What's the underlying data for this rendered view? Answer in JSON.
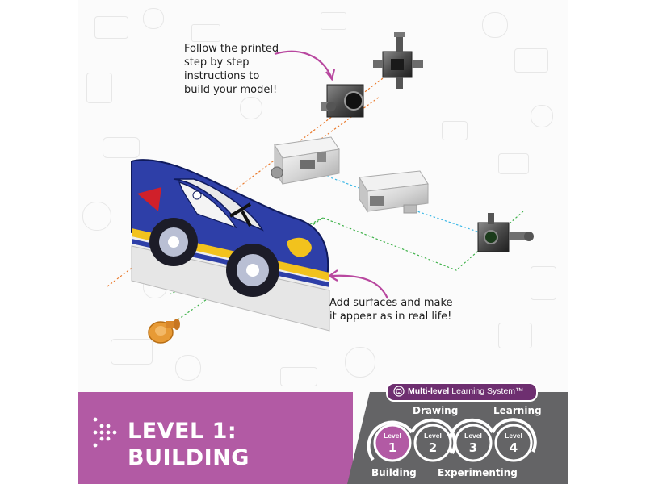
{
  "notes": {
    "top": "Follow the printed\nstep by step\ninstructions to\nbuild your model!",
    "bottom": "Add surfaces and make\nit appear as in real life!"
  },
  "banner": {
    "title": "LEVEL 1:\nBUILDING",
    "system_bold": "Multi-level",
    "system_rest": " Learning System™"
  },
  "levels": [
    {
      "word": "Level",
      "number": "1",
      "stage": "Building",
      "active": true
    },
    {
      "word": "Level",
      "number": "2",
      "stage": "Drawing",
      "active": false
    },
    {
      "word": "Level",
      "number": "3",
      "stage": "Experimenting",
      "active": false
    },
    {
      "word": "Level",
      "number": "4",
      "stage": "Learning",
      "active": false
    }
  ],
  "colors": {
    "accent": "#b25aa4",
    "accent_dark": "#6e2f70",
    "panel": "#646466",
    "car_body": "#2e3fa8",
    "car_yellow": "#f2c21d",
    "screw": "#e79a35"
  },
  "icons": [
    "chevron-arrow-icon",
    "brain-icon"
  ]
}
